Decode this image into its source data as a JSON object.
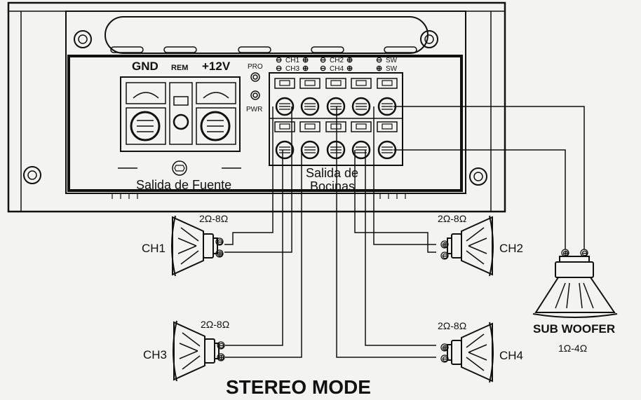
{
  "amp": {
    "gnd": "GND",
    "rem": "REM",
    "plus12v": "+12V",
    "pro": "PRO",
    "pwr": "PWR",
    "hdr_row1_ch1": "CH1",
    "hdr_row2_ch3": "CH3",
    "hdr_row1_ch2": "CH2",
    "hdr_row2_ch4": "CH4",
    "hdr_sw1": "SW",
    "hdr_sw2": "SW",
    "fuente": "Salida de Fuente",
    "bocinas_line1": "Salida de",
    "bocinas_line2": "Bocinas"
  },
  "speakers": {
    "ch1": {
      "label": "CH1",
      "impedance": "2Ω-8Ω"
    },
    "ch2": {
      "label": "CH2",
      "impedance": "2Ω-8Ω"
    },
    "ch3": {
      "label": "CH3",
      "impedance": "2Ω-8Ω"
    },
    "ch4": {
      "label": "CH4",
      "impedance": "2Ω-8Ω"
    },
    "sub": {
      "label": "SUB WOOFER",
      "impedance": "1Ω-4Ω"
    }
  },
  "symbols": {
    "plus": "⊕",
    "minus": "⊖"
  },
  "title": "STEREO MODE"
}
